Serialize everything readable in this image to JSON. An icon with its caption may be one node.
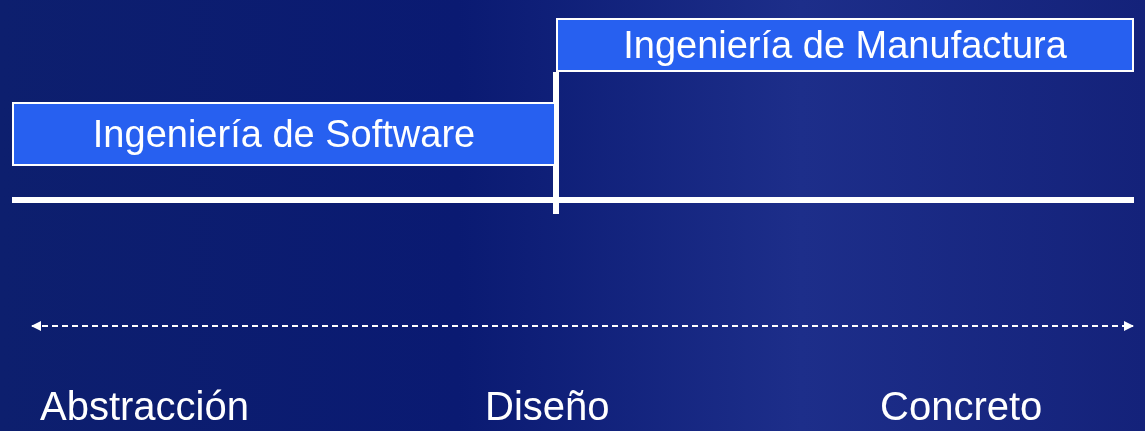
{
  "diagram": {
    "nodes": [
      {
        "text": [
          "Ingeniería de Software"
        ]
      },
      {
        "text": [
          "Ingeniería de Manufactura"
        ]
      }
    ],
    "labels": [
      "Abstracción",
      "Diseño",
      "Concreto"
    ]
  }
}
